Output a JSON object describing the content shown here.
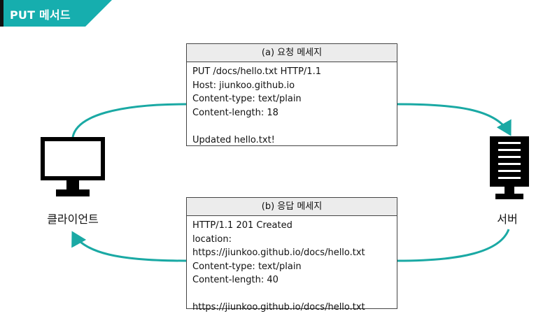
{
  "title": "PUT 메서드",
  "colors": {
    "banner": "#16aeae",
    "banner_left_bar": "#111111",
    "arrow": "#1aa9a4",
    "icon": "#000000",
    "box_header": "#ececec",
    "box_border": "#444444"
  },
  "nodes": {
    "client": {
      "label": "클라이언트",
      "icon": "monitor-icon"
    },
    "server": {
      "label": "서버",
      "icon": "server-icon"
    }
  },
  "request": {
    "header": "(a) 요청 메세지",
    "lines": [
      "PUT /docs/hello.txt HTTP/1.1",
      "Host: jiunkoo.github.io",
      "Content-type: text/plain",
      "Content-length: 18",
      "",
      "Updated hello.txt!"
    ]
  },
  "response": {
    "header": "(b) 응답 메세지",
    "lines": [
      "HTTP/1.1 201 Created",
      "location:",
      "https://jiunkoo.github.io/docs/hello.txt",
      "Content-type: text/plain",
      "Content-length: 40",
      "",
      "https://jiunkoo.github.io/docs/hello.txt"
    ]
  }
}
